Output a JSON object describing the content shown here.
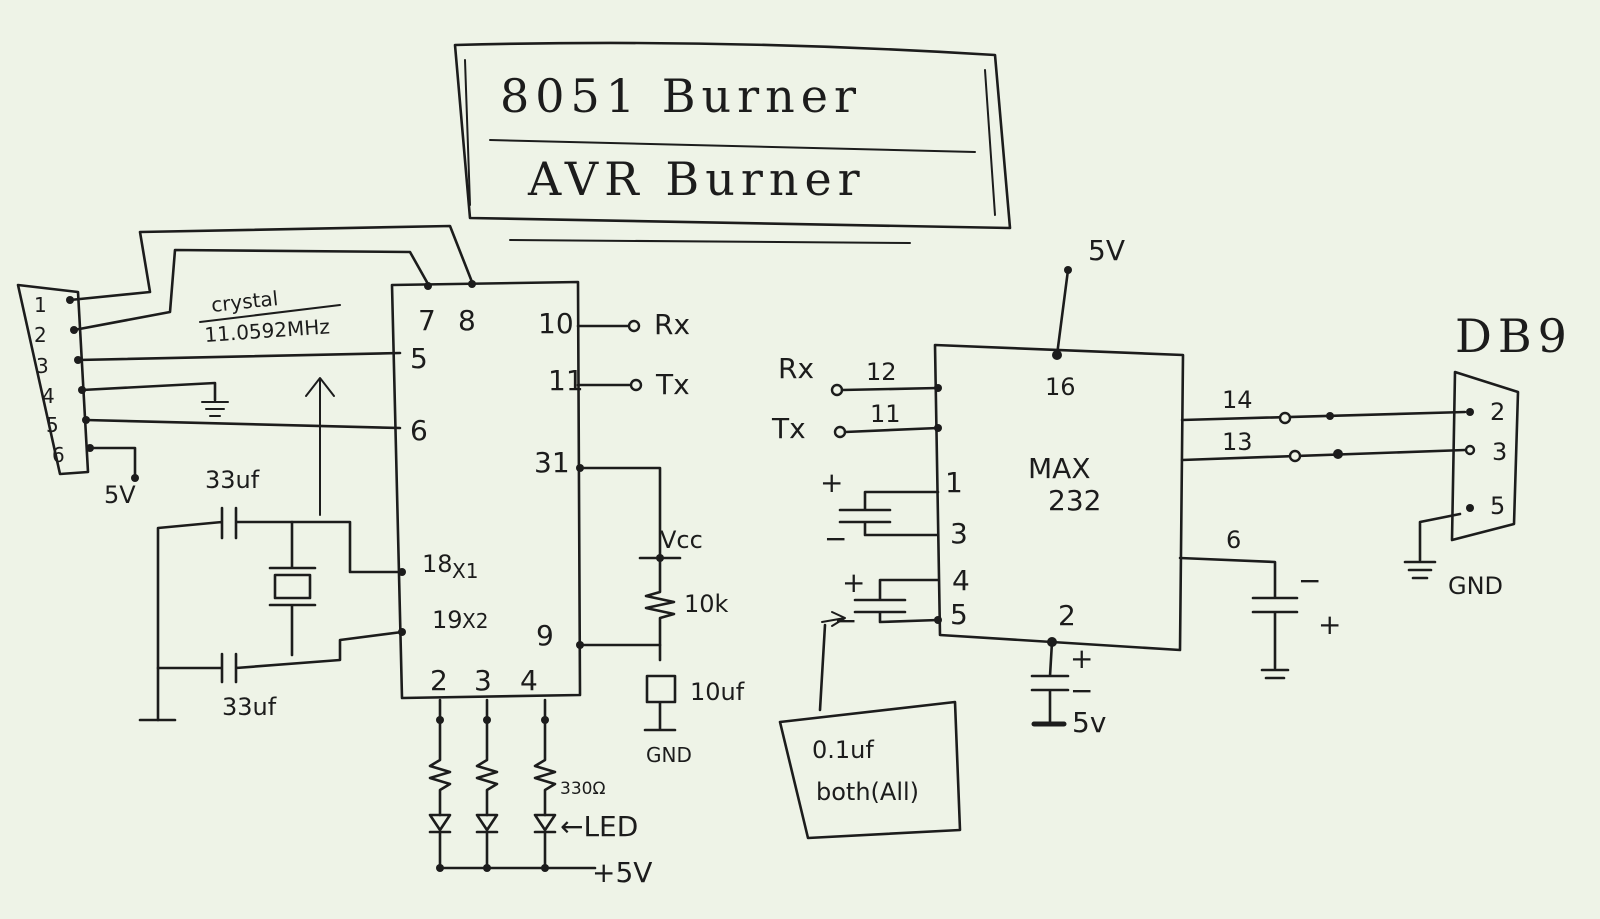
{
  "title": {
    "line1": "8051 Burner",
    "line2": "AVR Burner"
  },
  "header_connector": {
    "pins": [
      "1",
      "2",
      "3",
      "4",
      "5",
      "6"
    ],
    "supply_label": "5V"
  },
  "mcu": {
    "pins": {
      "p7": "7",
      "p8": "8",
      "p10": "10",
      "p11": "11",
      "p5": "5",
      "p6": "6",
      "p31": "31",
      "p18": "18",
      "p18_name": "X1",
      "p19": "19",
      "p19_name": "X2",
      "p9": "9",
      "p2": "2",
      "p3": "3",
      "p4": "4"
    },
    "rx_label": "Rx",
    "tx_label": "Tx"
  },
  "crystal": {
    "label": "crystal",
    "frequency": "11.0592MHz",
    "cap_top": "33uf",
    "cap_bottom": "33uf"
  },
  "reset": {
    "vcc_label": "Vcc",
    "resistor": "10k",
    "capacitor": "10uf",
    "gnd_label": "GND"
  },
  "leds": {
    "resistor": "330Ω",
    "led_label": "←LED",
    "supply": "+5V"
  },
  "max232": {
    "name_line1": "MAX",
    "name_line2": "232",
    "supply_label": "5V",
    "pin16": "16",
    "pin12": "12",
    "pin11": "11",
    "pin1": "1",
    "pin3": "3",
    "pin4": "4",
    "pin5": "5",
    "pin2": "2",
    "pin6": "6",
    "pin14": "14",
    "pin13": "13",
    "rx_label": "Rx",
    "tx_label": "Tx",
    "plus": "+",
    "minus": "−",
    "supply_bottom": "5v",
    "cap_note_line1": "0.1uf",
    "cap_note_line2": "both(All)"
  },
  "db9": {
    "name": "DB9",
    "pin2": "2",
    "pin3": "3",
    "pin5": "5",
    "gnd_label": "GND"
  }
}
